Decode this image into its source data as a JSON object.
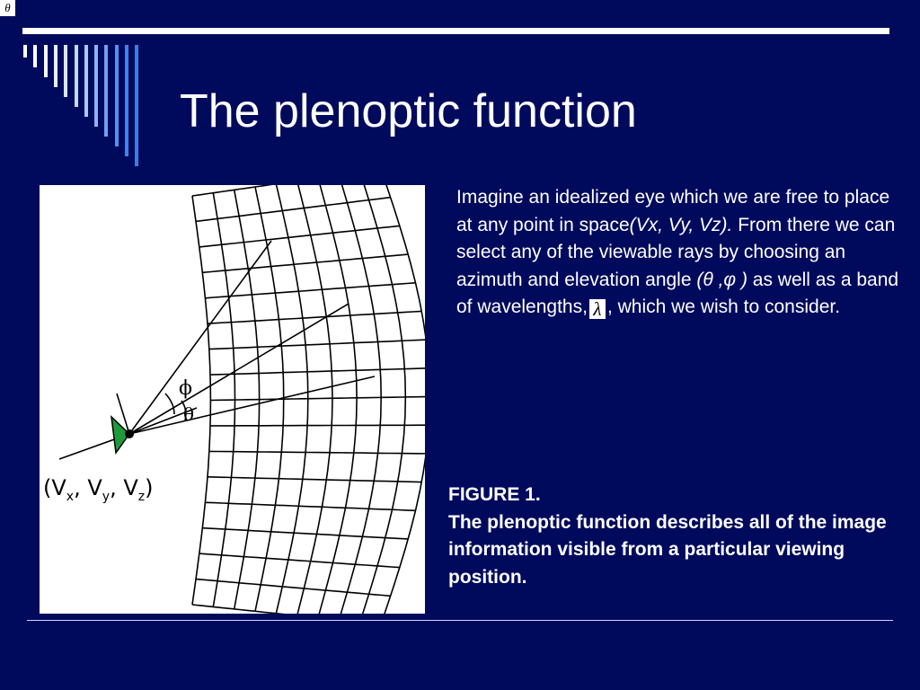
{
  "corner_glyph": "θ",
  "title": "The plenoptic function",
  "bar_colors": [
    "#ffffff",
    "#ffffff",
    "#f4f8ff",
    "#e6f0ff",
    "#d6e6ff",
    "#c2dafe",
    "#a8c9fb",
    "#8cb4f7",
    "#6f9ff3",
    "#5590ee",
    "#3f82ea",
    "#3b7de8"
  ],
  "figure": {
    "label_vx": "V",
    "sub_x": "x",
    "label_vy": "V",
    "sub_y": "y",
    "label_vz": "V",
    "sub_z": "z",
    "phi": "ϕ",
    "theta": "θ",
    "eye_color": "#1e9a3c"
  },
  "body": {
    "t1": "Imagine an idealized eye which we are free to place at any point in space",
    "t2": "(Vx, Vy, Vz).",
    "t3": " From there we can select any of the viewable rays by choosing an azimuth and elevation angle ",
    "t4": "(θ ,φ )",
    "t5": " as well as a band of wavelengths,",
    "lambda": "λ",
    "t6": ", which we wish to consider."
  },
  "caption": {
    "heading": "FIGURE 1.",
    "text": "The plenoptic function describes all of the image information visible from a particular viewing position."
  }
}
